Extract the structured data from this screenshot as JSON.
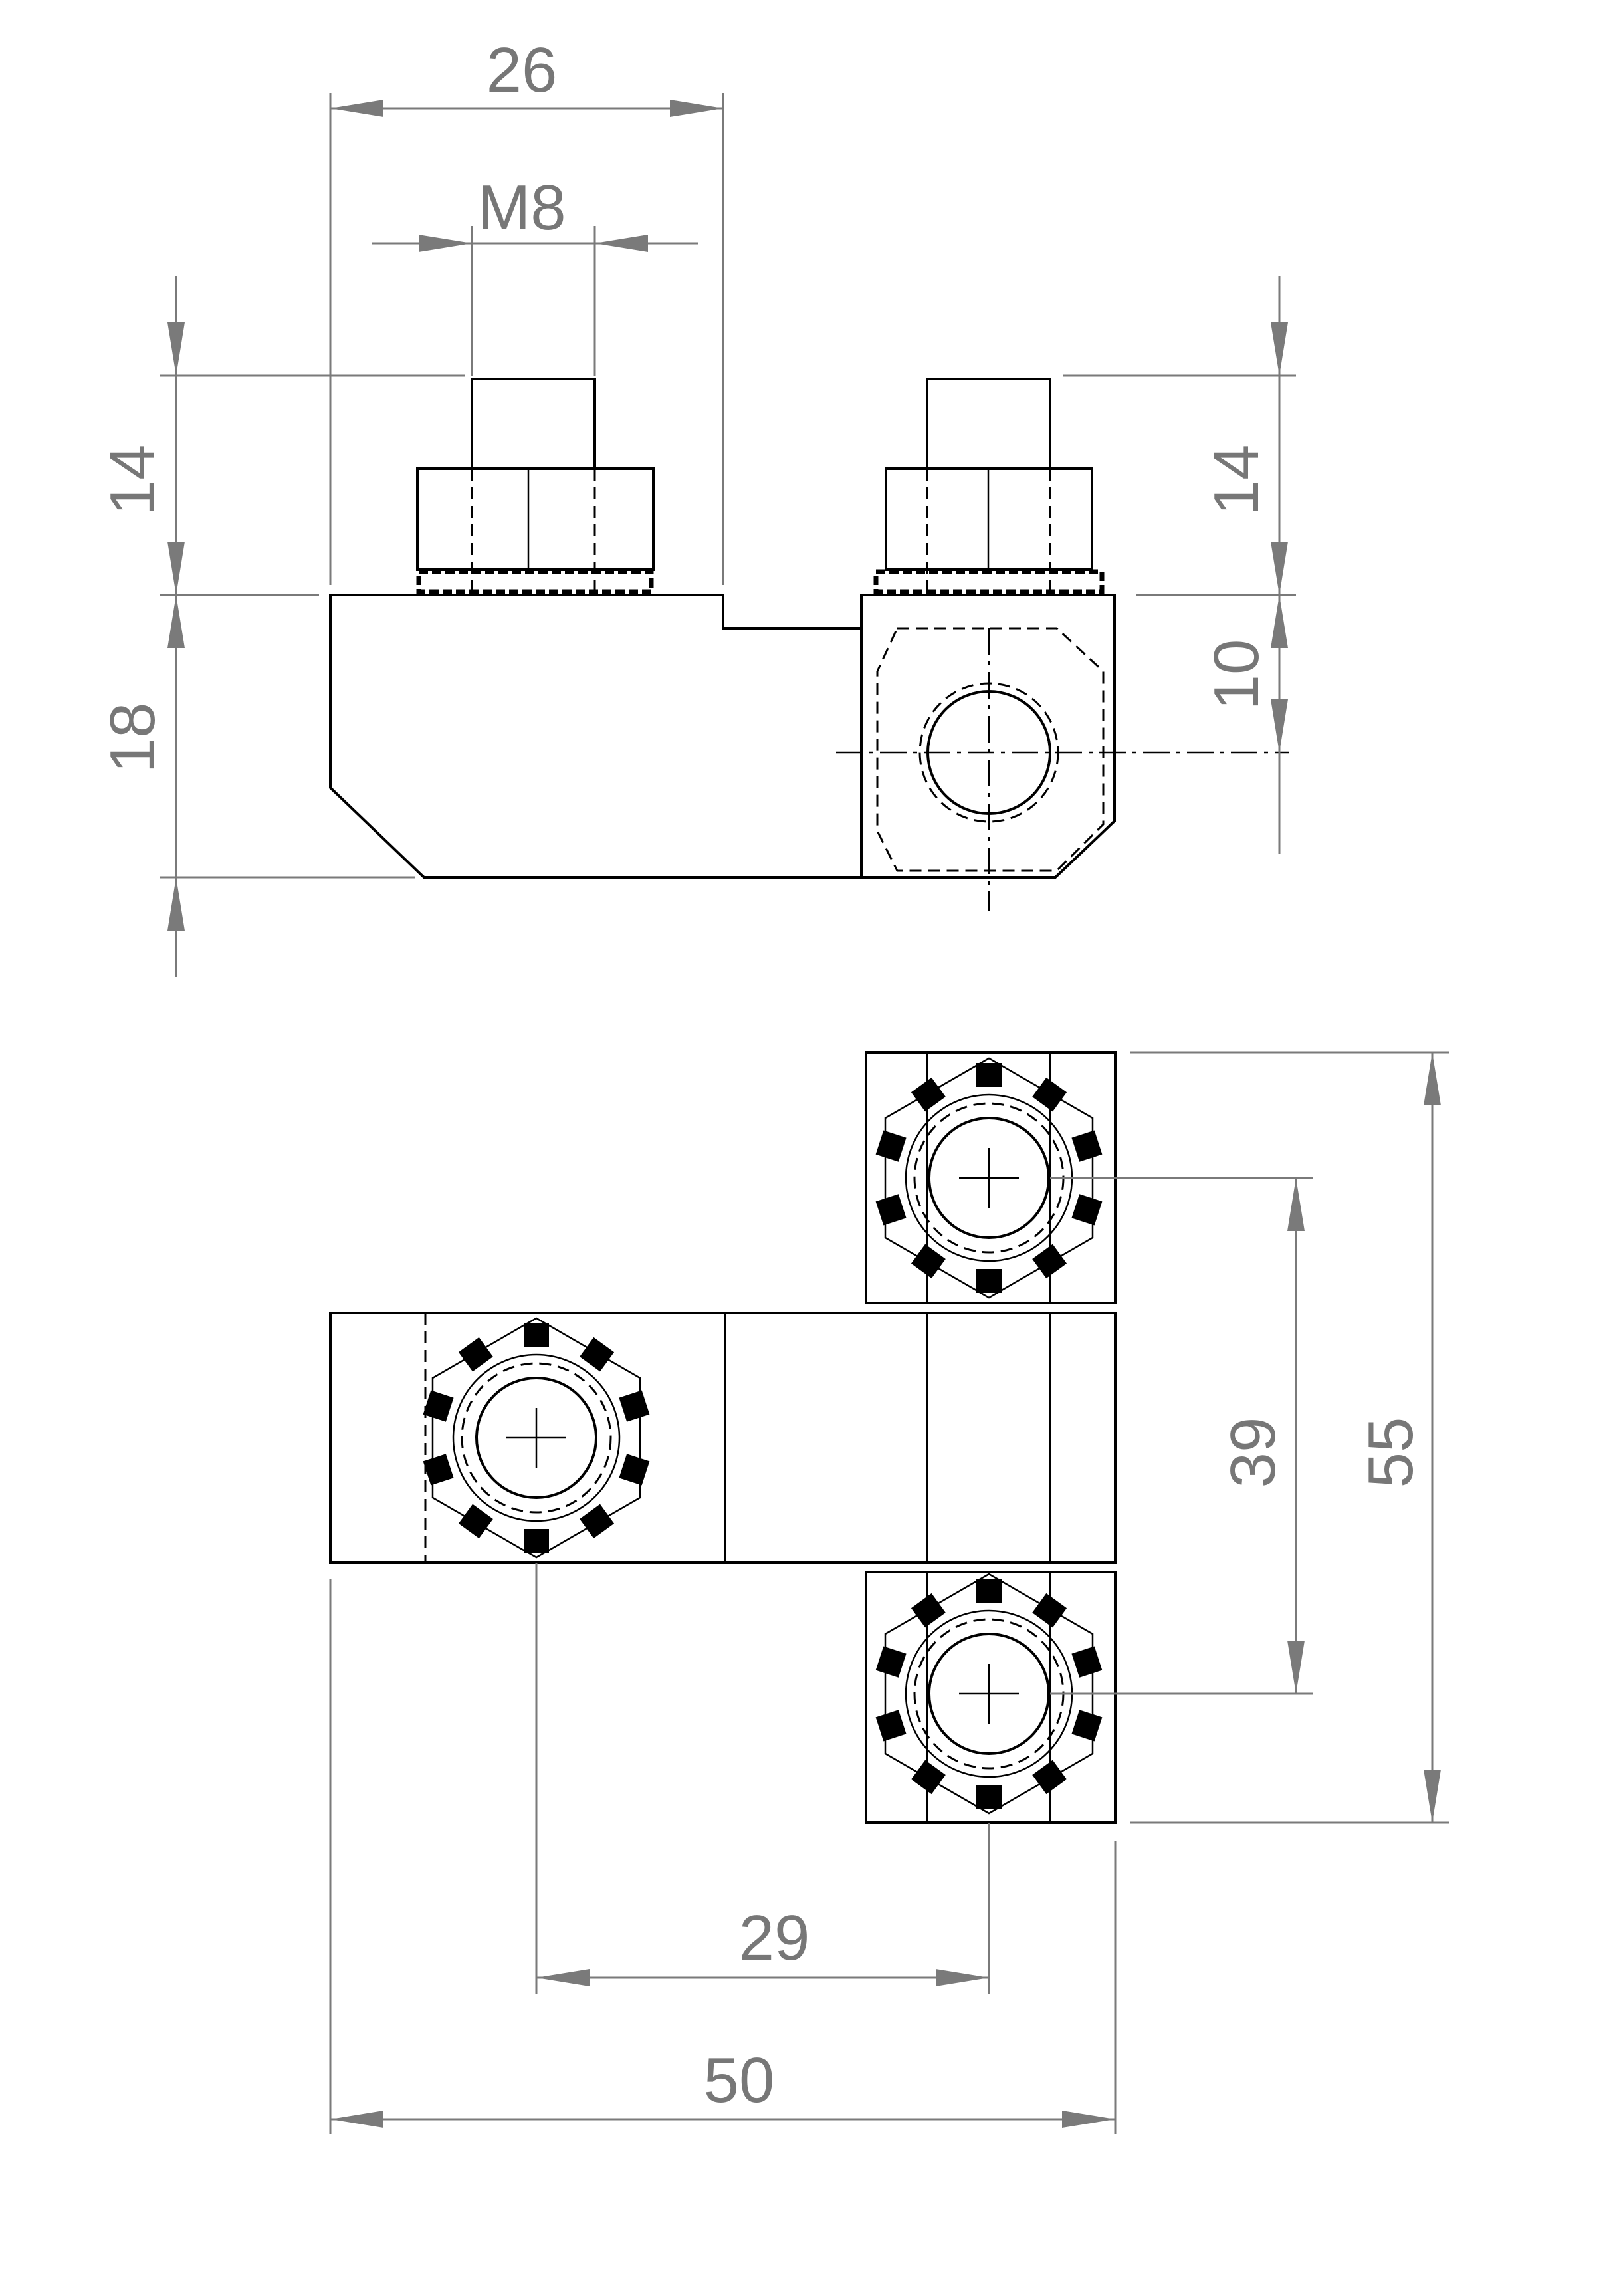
{
  "dimensions": {
    "top_width": "26",
    "thread": "M8",
    "stud_left": "14",
    "stud_right": "14",
    "body_height": "18",
    "hole_center": "10",
    "pitch_vertical": "39",
    "overall_height": "55",
    "pitch_horizontal": "29",
    "overall_width": "50"
  },
  "colors": {
    "line": "#000000",
    "dimension": "#7a7a7a",
    "background": "#ffffff"
  }
}
